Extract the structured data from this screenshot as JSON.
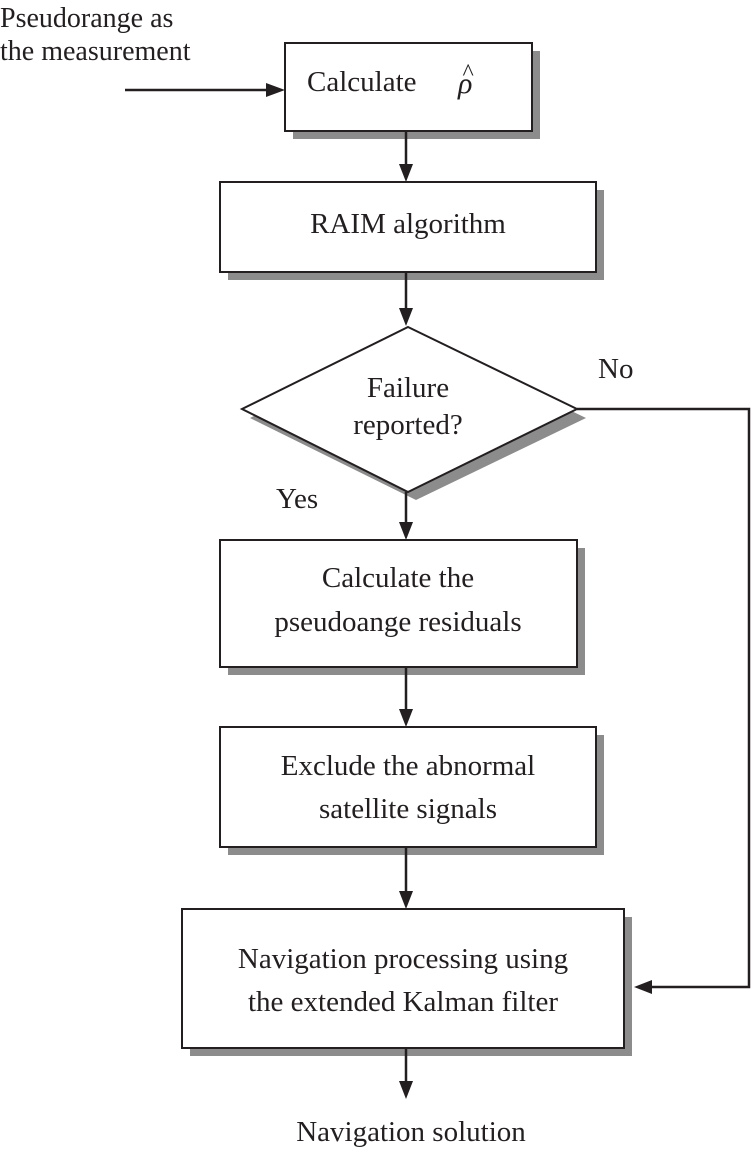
{
  "input_label": {
    "line1": "Pseudorange as",
    "line2": "the measurement"
  },
  "steps": {
    "calculate_rho": {
      "text": "Calculate",
      "symbol": "ρ",
      "accent": "^"
    },
    "raim": {
      "text": "RAIM algorithm"
    },
    "decision": {
      "line1": "Failure",
      "line2": "reported?"
    },
    "residuals": {
      "line1": "Calculate the",
      "line2": "pseudoange residuals"
    },
    "exclude": {
      "line1": "Exclude the abnormal",
      "line2": "satellite signals"
    },
    "navigation": {
      "line1": "Navigation processing using",
      "line2": "the extended Kalman filter"
    }
  },
  "branches": {
    "no": "No",
    "yes": "Yes"
  },
  "output_label": "Navigation solution",
  "colors": {
    "ink": "#231f20",
    "shadow": "#8c8c8c",
    "background": "#ffffff"
  }
}
